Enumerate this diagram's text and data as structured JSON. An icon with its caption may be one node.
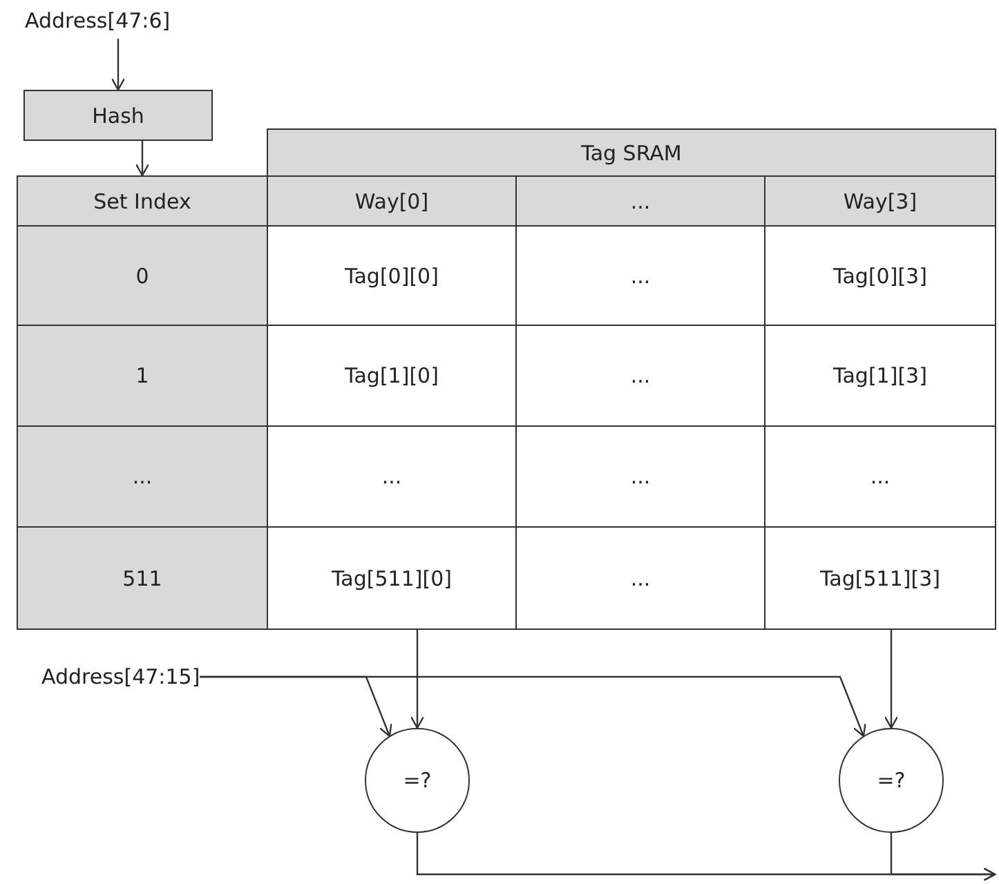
{
  "diagram": {
    "nodes": [
      {
        "text": [
          "Address[47:6]"
        ]
      },
      {
        "text": [
          "Hash"
        ]
      },
      {
        "text": [
          "Tag SRAM"
        ]
      },
      {
        "text": [
          "Set Index"
        ]
      },
      {
        "text": [
          "Way[0]"
        ]
      },
      {
        "text": [
          "..."
        ]
      },
      {
        "text": [
          "Way[3]"
        ]
      },
      {
        "text": [
          "0"
        ]
      },
      {
        "text": [
          "Tag[0][0]"
        ]
      },
      {
        "text": [
          "..."
        ]
      },
      {
        "text": [
          "Tag[0][3]"
        ]
      },
      {
        "text": [
          "1"
        ]
      },
      {
        "text": [
          "Tag[1][0]"
        ]
      },
      {
        "text": [
          "..."
        ]
      },
      {
        "text": [
          "Tag[1][3]"
        ]
      },
      {
        "text": [
          "..."
        ]
      },
      {
        "text": [
          "..."
        ]
      },
      {
        "text": [
          "..."
        ]
      },
      {
        "text": [
          "..."
        ]
      },
      {
        "text": [
          "511"
        ]
      },
      {
        "text": [
          "Tag[511][0]"
        ]
      },
      {
        "text": [
          "..."
        ]
      },
      {
        "text": [
          "Tag[511][3]"
        ]
      },
      {
        "text": [
          "Address[47:15]"
        ]
      },
      {
        "text": [
          "=?"
        ]
      },
      {
        "text": [
          "=?"
        ]
      }
    ],
    "edges": [
      {
        "from": 0,
        "to": 1,
        "arrow": "to"
      },
      {
        "from": 1,
        "to": 3,
        "arrow": "to"
      },
      {
        "from": 20,
        "to": 24,
        "arrow": "to"
      },
      {
        "from": 22,
        "to": 25,
        "arrow": "to"
      },
      {
        "from": 23,
        "to": 24,
        "arrow": "to"
      },
      {
        "from": 23,
        "to": 25,
        "arrow": "to"
      },
      {
        "from": 24,
        "to": null,
        "arrow": "to"
      },
      {
        "from": 25,
        "to": null,
        "arrow": "to"
      }
    ]
  }
}
